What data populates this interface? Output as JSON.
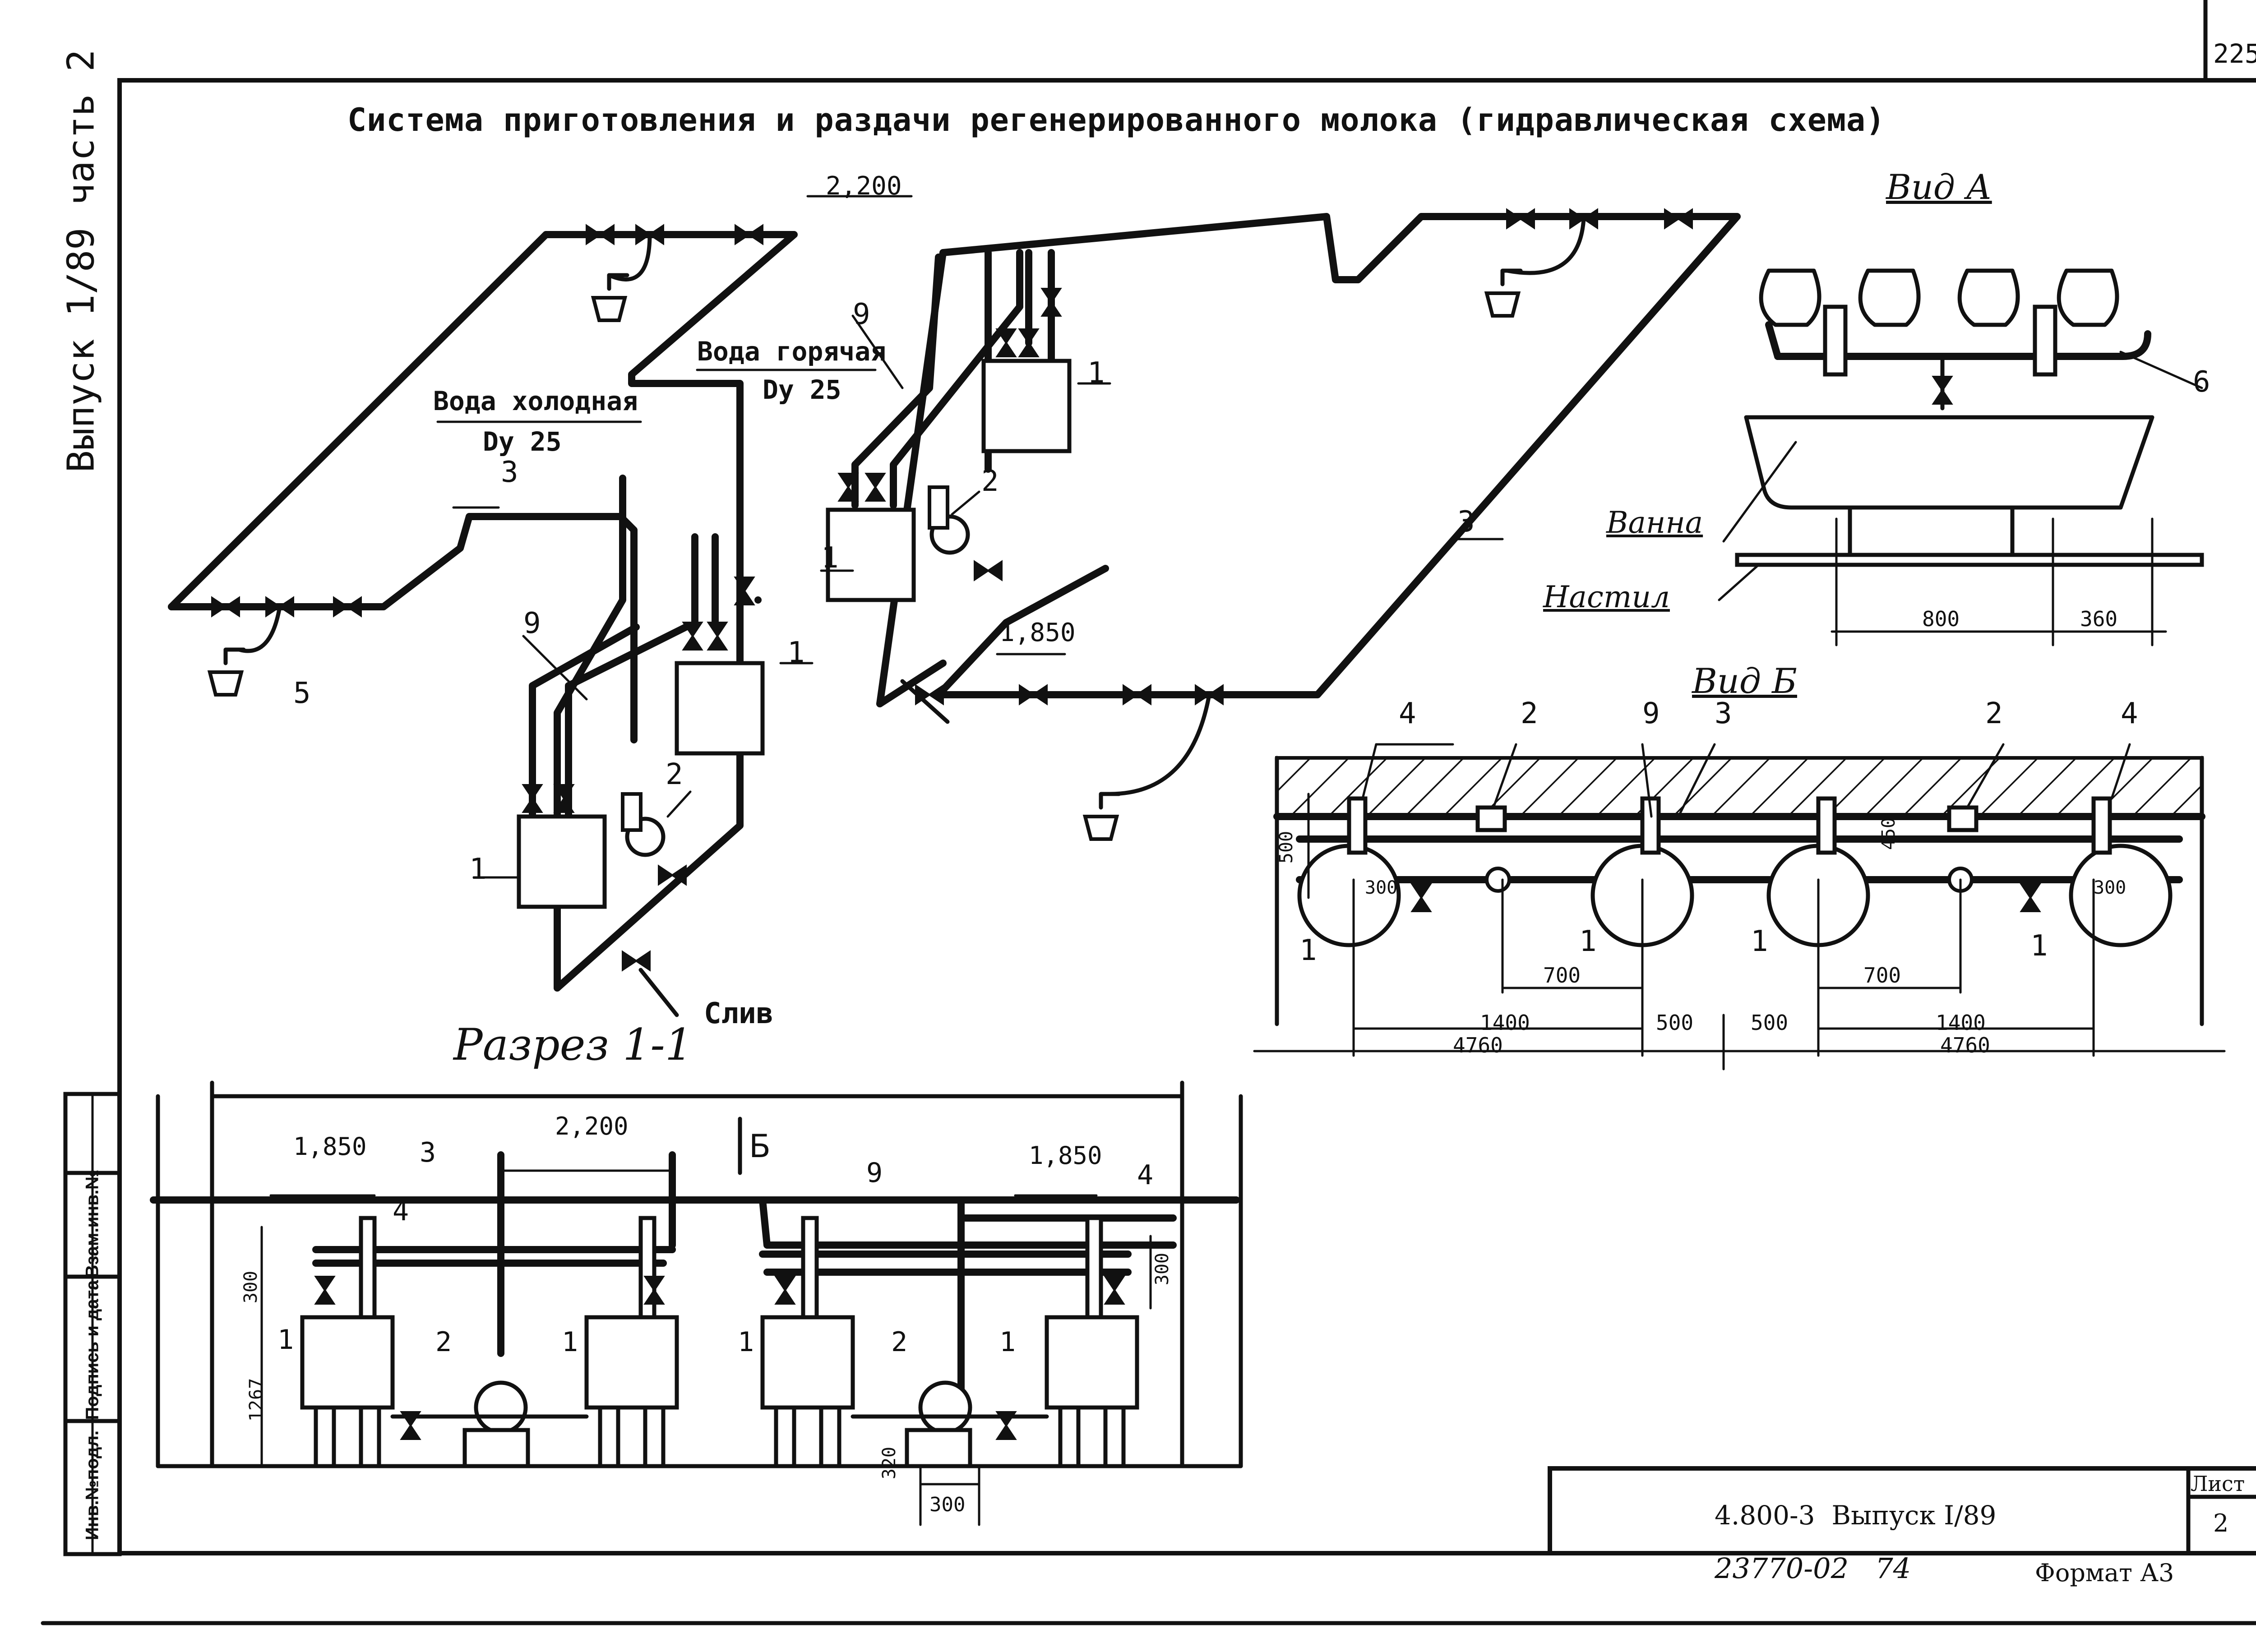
{
  "sheet_number": "225",
  "title": "Система приготовления и раздачи регенерированного молока (гидравлическая схема)",
  "side_label": "Выпуск 1/89 часть 2",
  "views": {
    "view_a": "Вид А",
    "view_b": "Вид Б",
    "section": "Разрез 1-1",
    "section_arrow_label": "Б"
  },
  "labels": {
    "cold_water": "Вода холодная",
    "cold_dn": "Dу 25",
    "hot_water": "Вода горячая",
    "hot_dn": "Dу 25",
    "drain": "Слив",
    "bath": "Ванна",
    "floor": "Настил"
  },
  "elevations": {
    "el_2200": "2,200",
    "el_1850": "1,850",
    "el_1850_b": "1,850",
    "el_2200_sec": "2,200",
    "el_1850_sec_r": "1,850"
  },
  "callouts": [
    "1",
    "2",
    "3",
    "4",
    "5",
    "6",
    "9"
  ],
  "dimensions": {
    "d800": "800",
    "d360": "360",
    "d500": "500",
    "d450": "450",
    "d300": "300",
    "d700": "700",
    "d1400": "1400",
    "d4760": "4760",
    "d1267": "1267",
    "d320": "320"
  },
  "stamp": {
    "doc_code": "4.800-3  Выпуск I/89",
    "sheet_label": "Лист",
    "sheet_value": "2",
    "inventory": "23770-02   74",
    "format": "Формат А3"
  },
  "left_strip": [
    "Инв.№подл.",
    "Подпись и дата",
    "Взам.инв.№"
  ]
}
